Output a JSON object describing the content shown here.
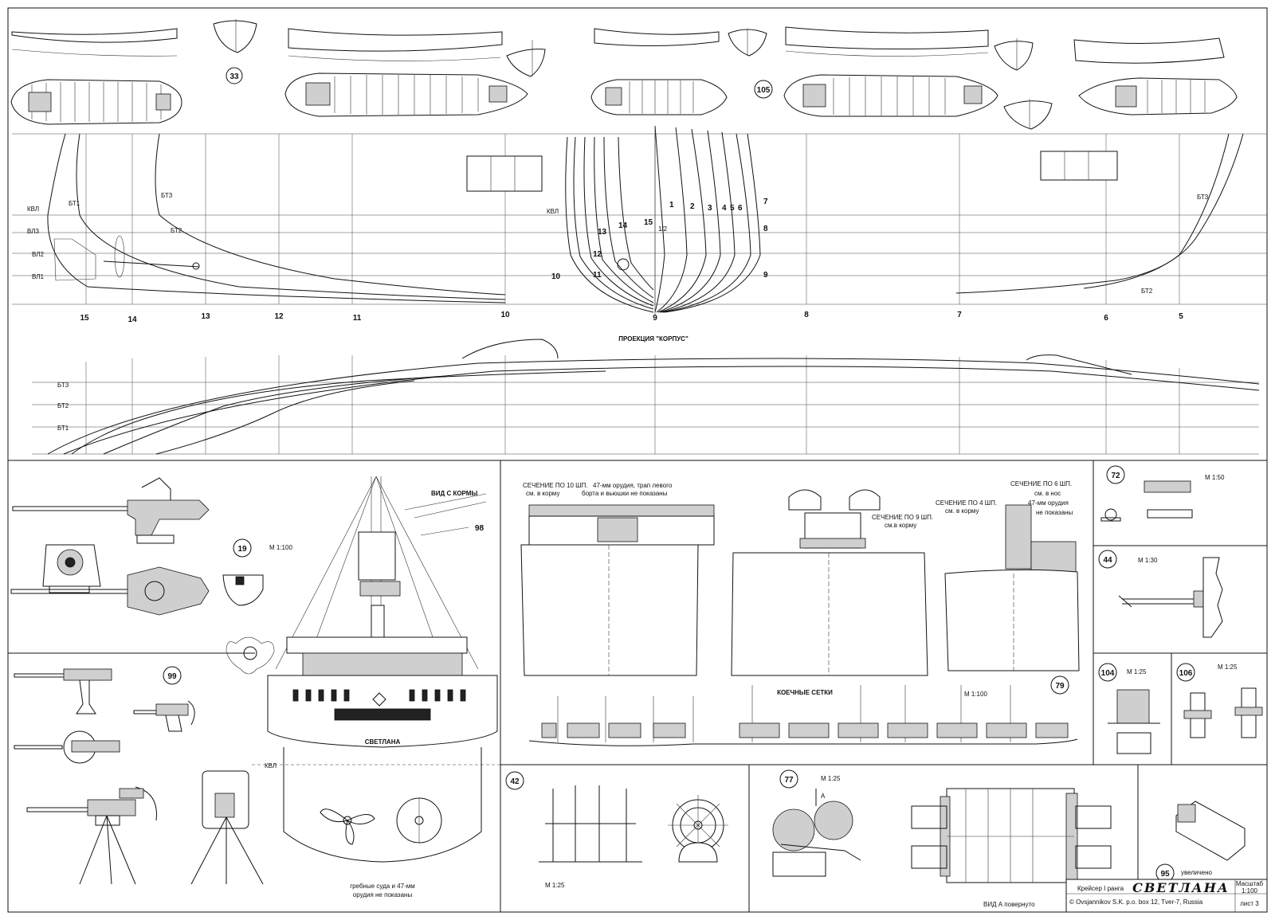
{
  "drawing": {
    "callouts": [
      "33",
      "105",
      "19",
      "98",
      "99",
      "72",
      "44",
      "104",
      "106",
      "79",
      "42",
      "77",
      "95"
    ],
    "scales": {
      "m100_guns": "М 1:100",
      "m50": "М 1:50",
      "m30": "М 1:30",
      "m25_104": "М 1:25",
      "m25_106": "М 1:25",
      "m100_nets": "М 1:100",
      "m25_42": "М 1:25",
      "m25_77": "М 1:25"
    },
    "waterlines": [
      "КВЛ",
      "ВЛ3",
      "ВЛ2",
      "ВЛ1"
    ],
    "buttocks_bottom": [
      "БТ3",
      "БТ2",
      "БТ1"
    ],
    "body_plan_kvl": "КВЛ",
    "body_plan_numbers": [
      "1",
      "2",
      "3",
      "4",
      "5",
      "6",
      "7",
      "8",
      "9",
      "10",
      "11",
      "12",
      "13",
      "14",
      "15",
      "1/2"
    ],
    "profile_buttock_labels": [
      "БТ1",
      "БТ3",
      "БТ2",
      "БТ3",
      "БТ2"
    ],
    "station_numbers": [
      "15",
      "14",
      "13",
      "12",
      "11",
      "10",
      "9",
      "8",
      "7",
      "6",
      "5"
    ],
    "projection_title": "ПРОЕКЦИЯ \"КОРПУС\"",
    "stern_view": {
      "title": "ВИД С КОРМЫ",
      "ship_name": "СВЕТЛАНА",
      "kvl": "КВЛ",
      "note_line1": "гребные суда и 47-мм",
      "note_line2": "орудия не показаны"
    },
    "sections": {
      "s10_line1": "СЕЧЕНИЕ ПО 10 ШП.",
      "s10_line1b": "47-мм орудия, трап левого",
      "s10_line2": "см. в корму",
      "s10_line2b": "борта и вьюшки не показаны",
      "s9_line1": "СЕЧЕНИЕ ПО 9 ШП.",
      "s9_line2": "см.в корму",
      "s4_line1": "СЕЧЕНИЕ ПО 4 ШП.",
      "s4_line2": "см. в корму",
      "s6_line1": "СЕЧЕНИЕ ПО 6 ШП.",
      "s6_line2": "см. в нос",
      "s6_line3": "47-мм орудия",
      "s6_line4": "не показаны"
    },
    "hammock_nets": "КОЕЧНЫЕ СЕТКИ",
    "capstan_view": "ВИД А  повернуто",
    "capstan_arrow": "А",
    "enlarged": "увеличено",
    "title_block": {
      "ship_type": "Крейсер   I ранга",
      "ship_name": "СВЕТЛАНА",
      "scale_label": "Масштаб",
      "scale_value": "1:100",
      "copyright": "© Ovsjannikov S.K. p.o. box 12, Tver-7, Russia",
      "sheet": "лист 3"
    }
  }
}
